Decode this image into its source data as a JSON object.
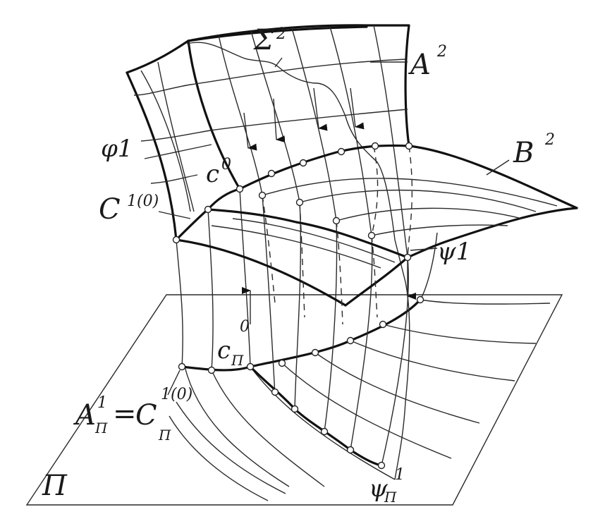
{
  "labels": {
    "sigma": "Σ",
    "sigma_sup": "2",
    "a": "A",
    "a_sup": "2",
    "b": "B",
    "b_sup": "2",
    "phi": "φ1",
    "c0": "c",
    "c0_sup": "0",
    "c": "C",
    "c_sup": "1(0)",
    "psi": "ψ1",
    "cpi": "c",
    "cpi_sub": "Π",
    "cpi_sup": "0",
    "api_a": "A",
    "api_a_sub": "Π",
    "api_a_sup": "1",
    "api_eq": "=",
    "api_c": "C",
    "api_c_sub": "Π",
    "api_c_sup": "1(0)",
    "pi": "Π",
    "psipi": "ψ",
    "psipi_sub": "Π",
    "psipi_sup": "1"
  }
}
